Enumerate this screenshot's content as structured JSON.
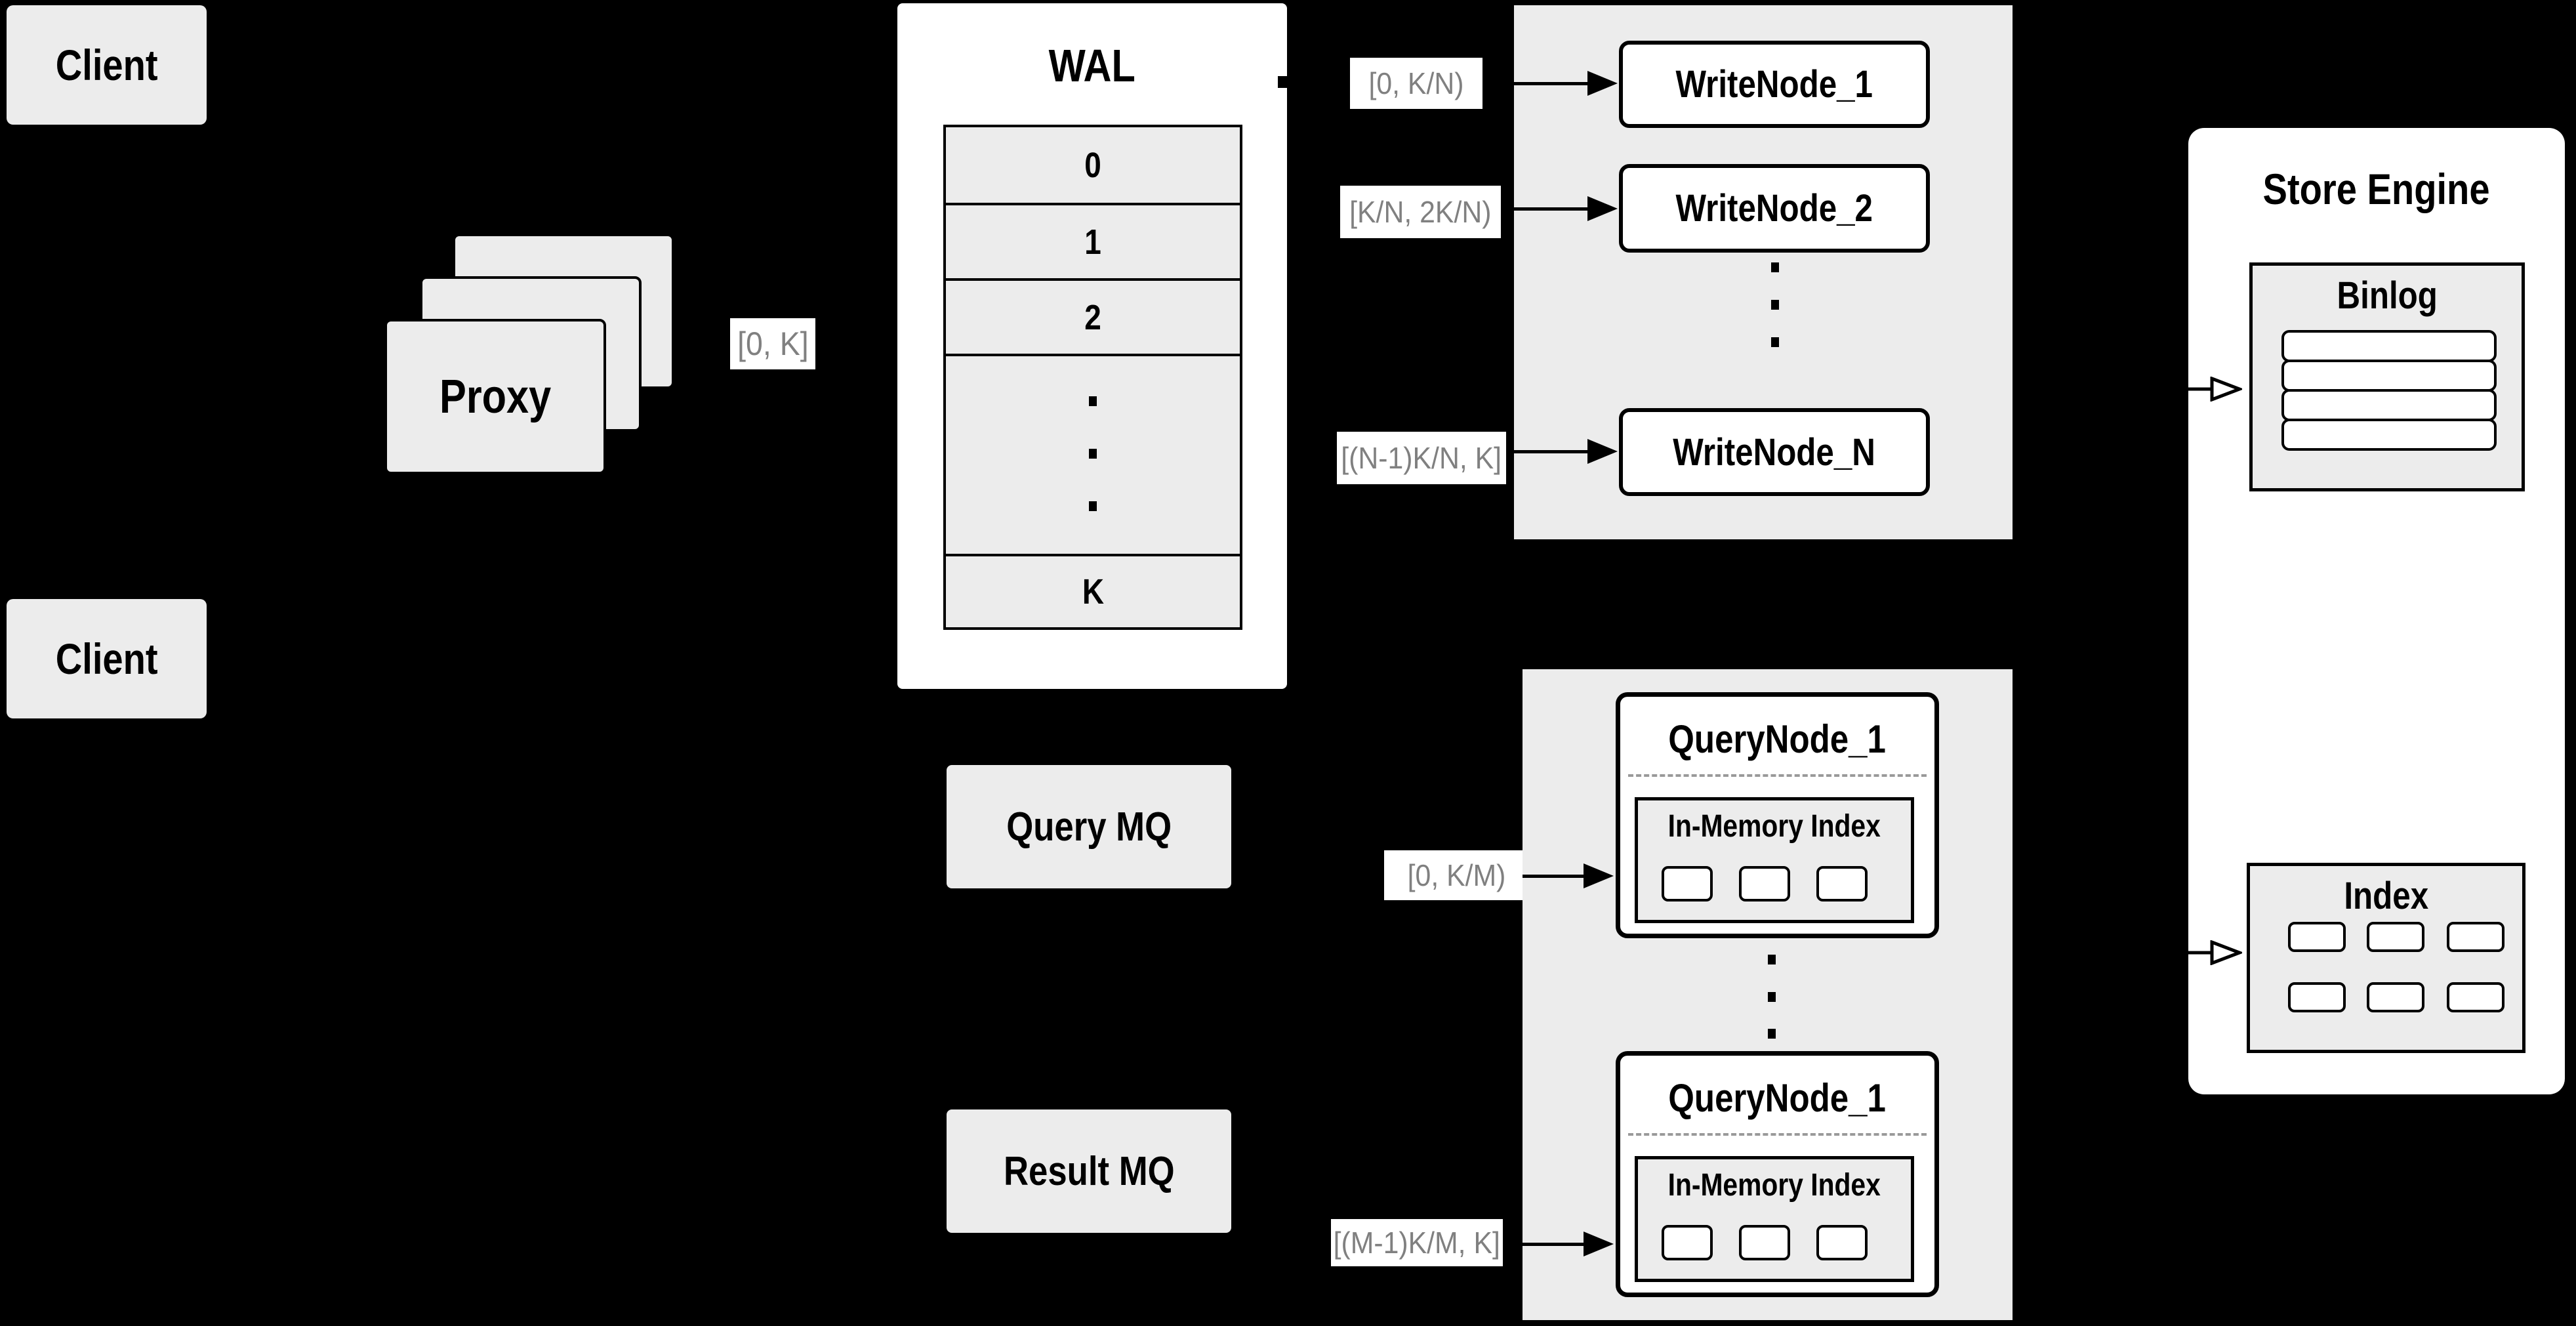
{
  "clients": {
    "top_label": "Client",
    "bottom_label": "Client"
  },
  "proxy": {
    "label": "Proxy",
    "range_chip": "[0, K]"
  },
  "wal": {
    "title": "WAL",
    "rows": [
      "0",
      "1",
      "2"
    ],
    "tail_row": "K"
  },
  "write_cluster": {
    "chips": [
      "[0, K/N)",
      "[K/N, 2K/N)",
      "[(N-1)K/N, K]"
    ],
    "nodes": [
      "WriteNode_1",
      "WriteNode_2",
      "WriteNode_N"
    ]
  },
  "mq": {
    "query": "Query MQ",
    "result": "Result MQ"
  },
  "query_cluster": {
    "chips": [
      "[0, K/M)",
      "[(M-1)K/M, K]"
    ],
    "nodes": [
      {
        "title": "QueryNode_1",
        "subtitle": "In-Memory Index"
      },
      {
        "title": "QueryNode_1",
        "subtitle": "In-Memory Index"
      }
    ]
  },
  "store_engine": {
    "title": "Store Engine",
    "binlog": "Binlog",
    "index": "Index"
  },
  "colors": {
    "background": "#000000",
    "panel_gray": "#ececec",
    "box_white": "#ffffff",
    "border": "#000000",
    "chip_text": "#808080",
    "dash": "#9a9a9a"
  }
}
